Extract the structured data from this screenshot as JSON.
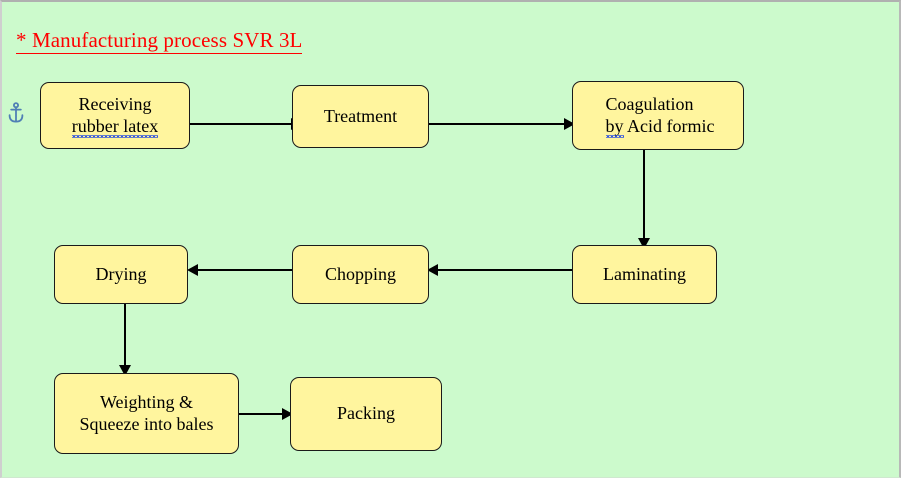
{
  "page": {
    "background_color": "#ccfacc",
    "title_prefix": "*",
    "title": "Manufacturing process SVR 3L",
    "title_color": "#ff0000"
  },
  "anchor": {
    "icon_name": "anchor-icon",
    "color": "#4f7fb5"
  },
  "diagram": {
    "type": "flowchart",
    "node_fill": "#fff59e",
    "node_border": "#1a1a1a",
    "connector_color": "#000000",
    "nodes": [
      {
        "id": "receiving",
        "lines": [
          "Receiving",
          "rubber latex"
        ],
        "spellcheck_line": 1
      },
      {
        "id": "treatment",
        "lines": [
          "Treatment"
        ],
        "spellcheck_line": -1
      },
      {
        "id": "coagulation",
        "lines": [
          "Coagulation",
          "by Acid formic"
        ],
        "spellcheck_line": 1
      },
      {
        "id": "laminating",
        "lines": [
          "Laminating"
        ],
        "spellcheck_line": -1
      },
      {
        "id": "chopping",
        "lines": [
          "Chopping"
        ],
        "spellcheck_line": -1
      },
      {
        "id": "drying",
        "lines": [
          "Drying"
        ],
        "spellcheck_line": -1
      },
      {
        "id": "weighting",
        "lines": [
          "Weighting &",
          "Squeeze into bales"
        ],
        "spellcheck_line": -1
      },
      {
        "id": "packing",
        "lines": [
          "Packing"
        ],
        "spellcheck_line": -1
      }
    ],
    "edges": [
      {
        "from": "receiving",
        "to": "treatment",
        "direction": "right"
      },
      {
        "from": "treatment",
        "to": "coagulation",
        "direction": "right"
      },
      {
        "from": "coagulation",
        "to": "laminating",
        "direction": "down"
      },
      {
        "from": "laminating",
        "to": "chopping",
        "direction": "left"
      },
      {
        "from": "chopping",
        "to": "drying",
        "direction": "left"
      },
      {
        "from": "drying",
        "to": "weighting",
        "direction": "down"
      },
      {
        "from": "weighting",
        "to": "packing",
        "direction": "right"
      }
    ],
    "labels": {
      "receiving_l0": "Receiving",
      "receiving_l1": "rubber latex",
      "treatment_l0": "Treatment",
      "coagulation_l0": "Coagulation",
      "coagulation_l1a": "by",
      "coagulation_l1b": " Acid formic",
      "laminating_l0": "Laminating",
      "chopping_l0": "Chopping",
      "drying_l0": "Drying",
      "weighting_l0": "Weighting &",
      "weighting_l1": "Squeeze into bales",
      "packing_l0": "Packing"
    }
  }
}
